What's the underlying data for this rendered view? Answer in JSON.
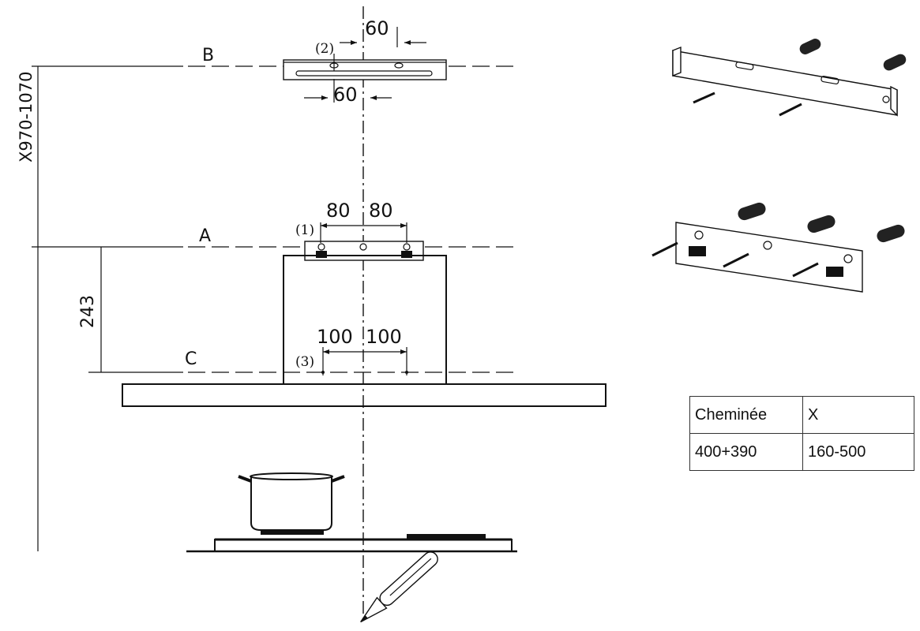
{
  "labels": {
    "line_b": "B",
    "line_a": "A",
    "line_c": "C",
    "point_1": "(1)",
    "point_2": "(2)",
    "point_3": "(3)"
  },
  "dimensions": {
    "total_height": "X970-1070",
    "hood_height": "243",
    "top_offset_upper": "60",
    "top_offset_lower": "60",
    "bracket_left": "80",
    "bracket_right": "80",
    "hole_left": "100",
    "hole_right": "100"
  },
  "table": {
    "headers": [
      "Cheminée",
      "X"
    ],
    "rows": [
      [
        "400+390",
        "160-500"
      ]
    ]
  },
  "icons": [
    "wall-bracket-upper-icon",
    "wall-bracket-lower-icon",
    "wall-plug-icon",
    "screw-icon",
    "pencil-icon",
    "pot-icon",
    "hob-icon"
  ]
}
